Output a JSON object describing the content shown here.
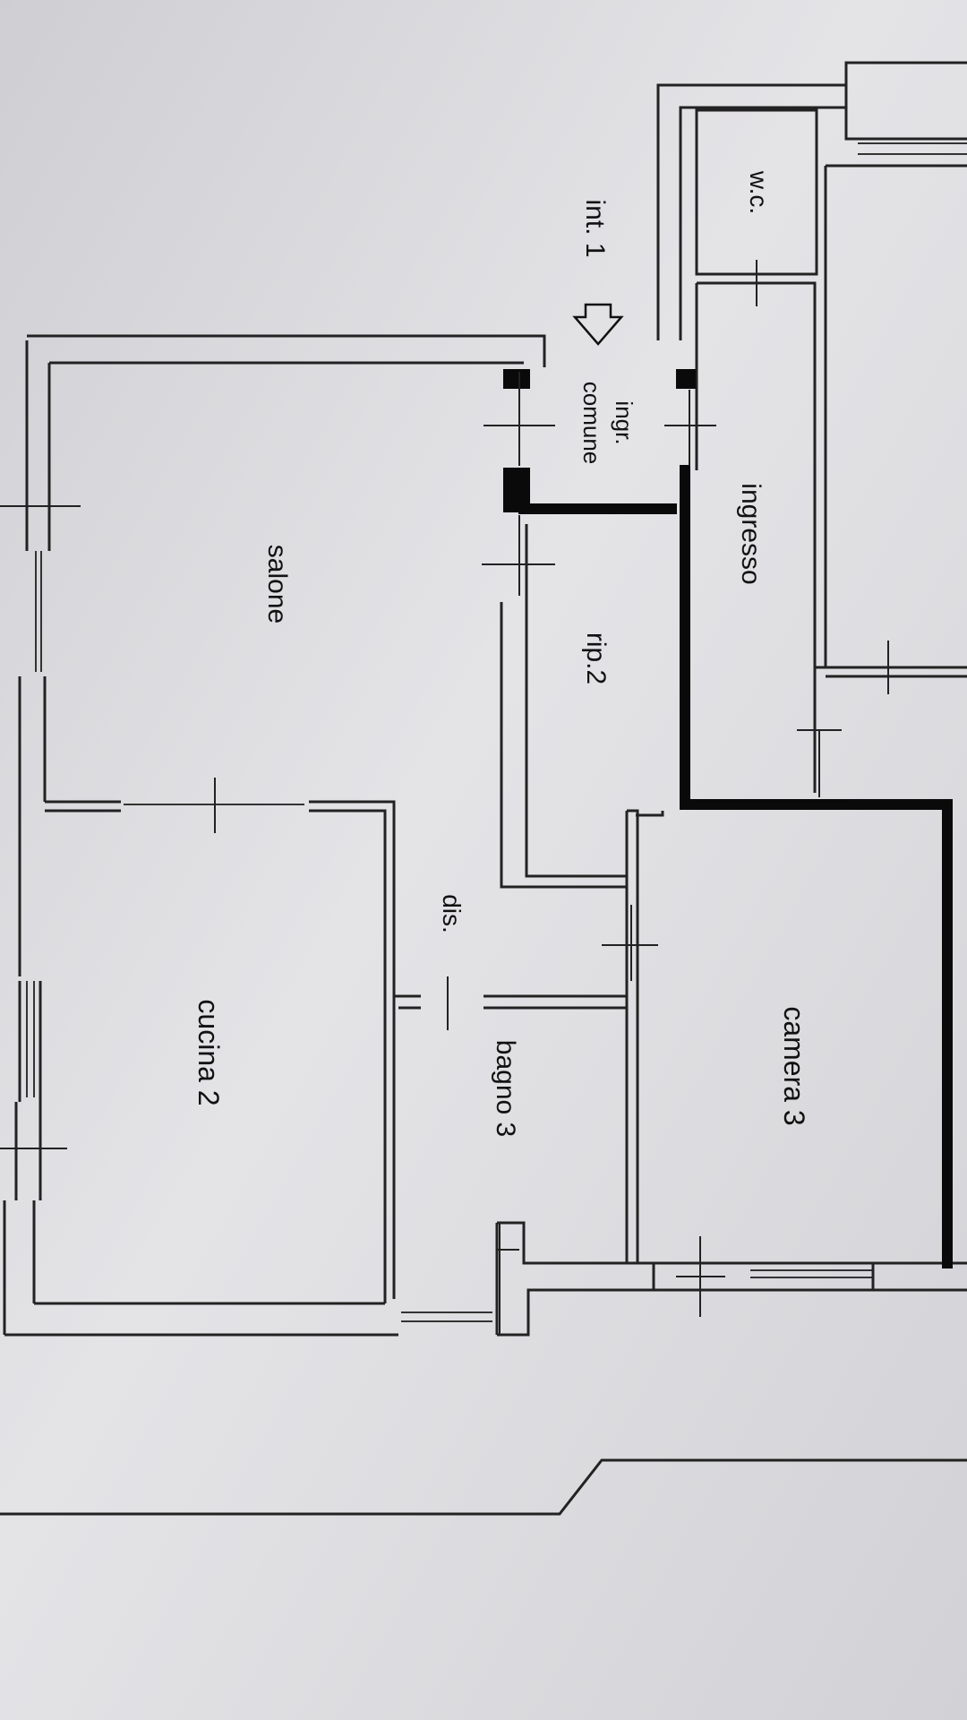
{
  "plan": {
    "entrance_label": "int. 1",
    "rooms": {
      "wc": "w.c.",
      "ingr_comune_line1": "ingr.",
      "ingr_comune_line2": "comune",
      "ingresso": "ingresso",
      "salone": "salone",
      "rip": "rip.2",
      "dis": "dis.",
      "cucina": "cucina 2",
      "bagno": "bagno 3",
      "camera": "camera 3"
    },
    "icons": {
      "entrance": "entrance-arrow-icon"
    }
  }
}
